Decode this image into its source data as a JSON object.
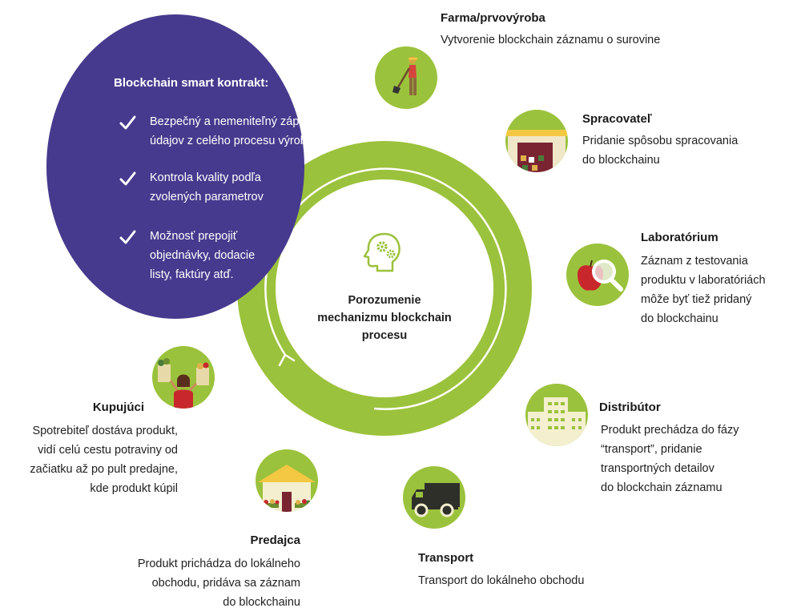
{
  "smart_contract": {
    "title": "Blockchain smart kontrakt:",
    "features": [
      {
        "lines": [
          "Bezpečný a nemeniteľný zápis",
          "údajov z celého procesu výroby"
        ]
      },
      {
        "lines": [
          "Kontrola kvality podľa",
          "zvolených parametrov"
        ]
      },
      {
        "lines": [
          "Možnosť prepojiť",
          "objednávky, dodacie",
          "listy, faktúry atď."
        ]
      }
    ]
  },
  "center": {
    "lines": [
      "Porozumenie",
      "mechanizmu blockchain",
      "procesu"
    ],
    "icon": "head-gears-icon"
  },
  "steps": {
    "farm": {
      "title": "Farma/prvovýroba",
      "lines": [
        "Vytvorenie blockchain záznamu o surovine"
      ],
      "icon": "farmer-icon"
    },
    "processor": {
      "title": "Spracovateľ",
      "lines": [
        "Pridanie spôsobu spracovania",
        "do blockchainu"
      ],
      "icon": "factory-icon"
    },
    "lab": {
      "title": "Laboratórium",
      "lines": [
        "Záznam z testovania",
        "produktu v laboratóriách",
        "môže byť tiež pridaný",
        "do blockchainu"
      ],
      "icon": "apple-magnifier-icon"
    },
    "distributor": {
      "title": "Distribútor",
      "lines": [
        "Produkt prechádza do fázy",
        "“transport”, pridanie",
        "transportných detailov",
        "do blockchain záznamu"
      ],
      "icon": "warehouse-building-icon"
    },
    "transport": {
      "title": "Transport",
      "lines": [
        "Transport do lokálneho obchodu"
      ],
      "icon": "truck-icon"
    },
    "retailer": {
      "title": "Predajca",
      "lines": [
        "Produkt prichádza do lokálneho",
        "obchodu, pridáva sa záznam",
        "do blockchainu"
      ],
      "icon": "shop-icon"
    },
    "buyer": {
      "title": "Kupujúci",
      "lines": [
        "Spotrebiteľ dostáva produkt,",
        "vidí celú cestu potraviny od",
        "začiatku až po pult predajne,",
        "kde produkt kúpil"
      ],
      "icon": "shopper-icon"
    }
  },
  "colors": {
    "green": "#9bc23c",
    "purple": "#463a8e",
    "text": "#1f1f1f"
  }
}
